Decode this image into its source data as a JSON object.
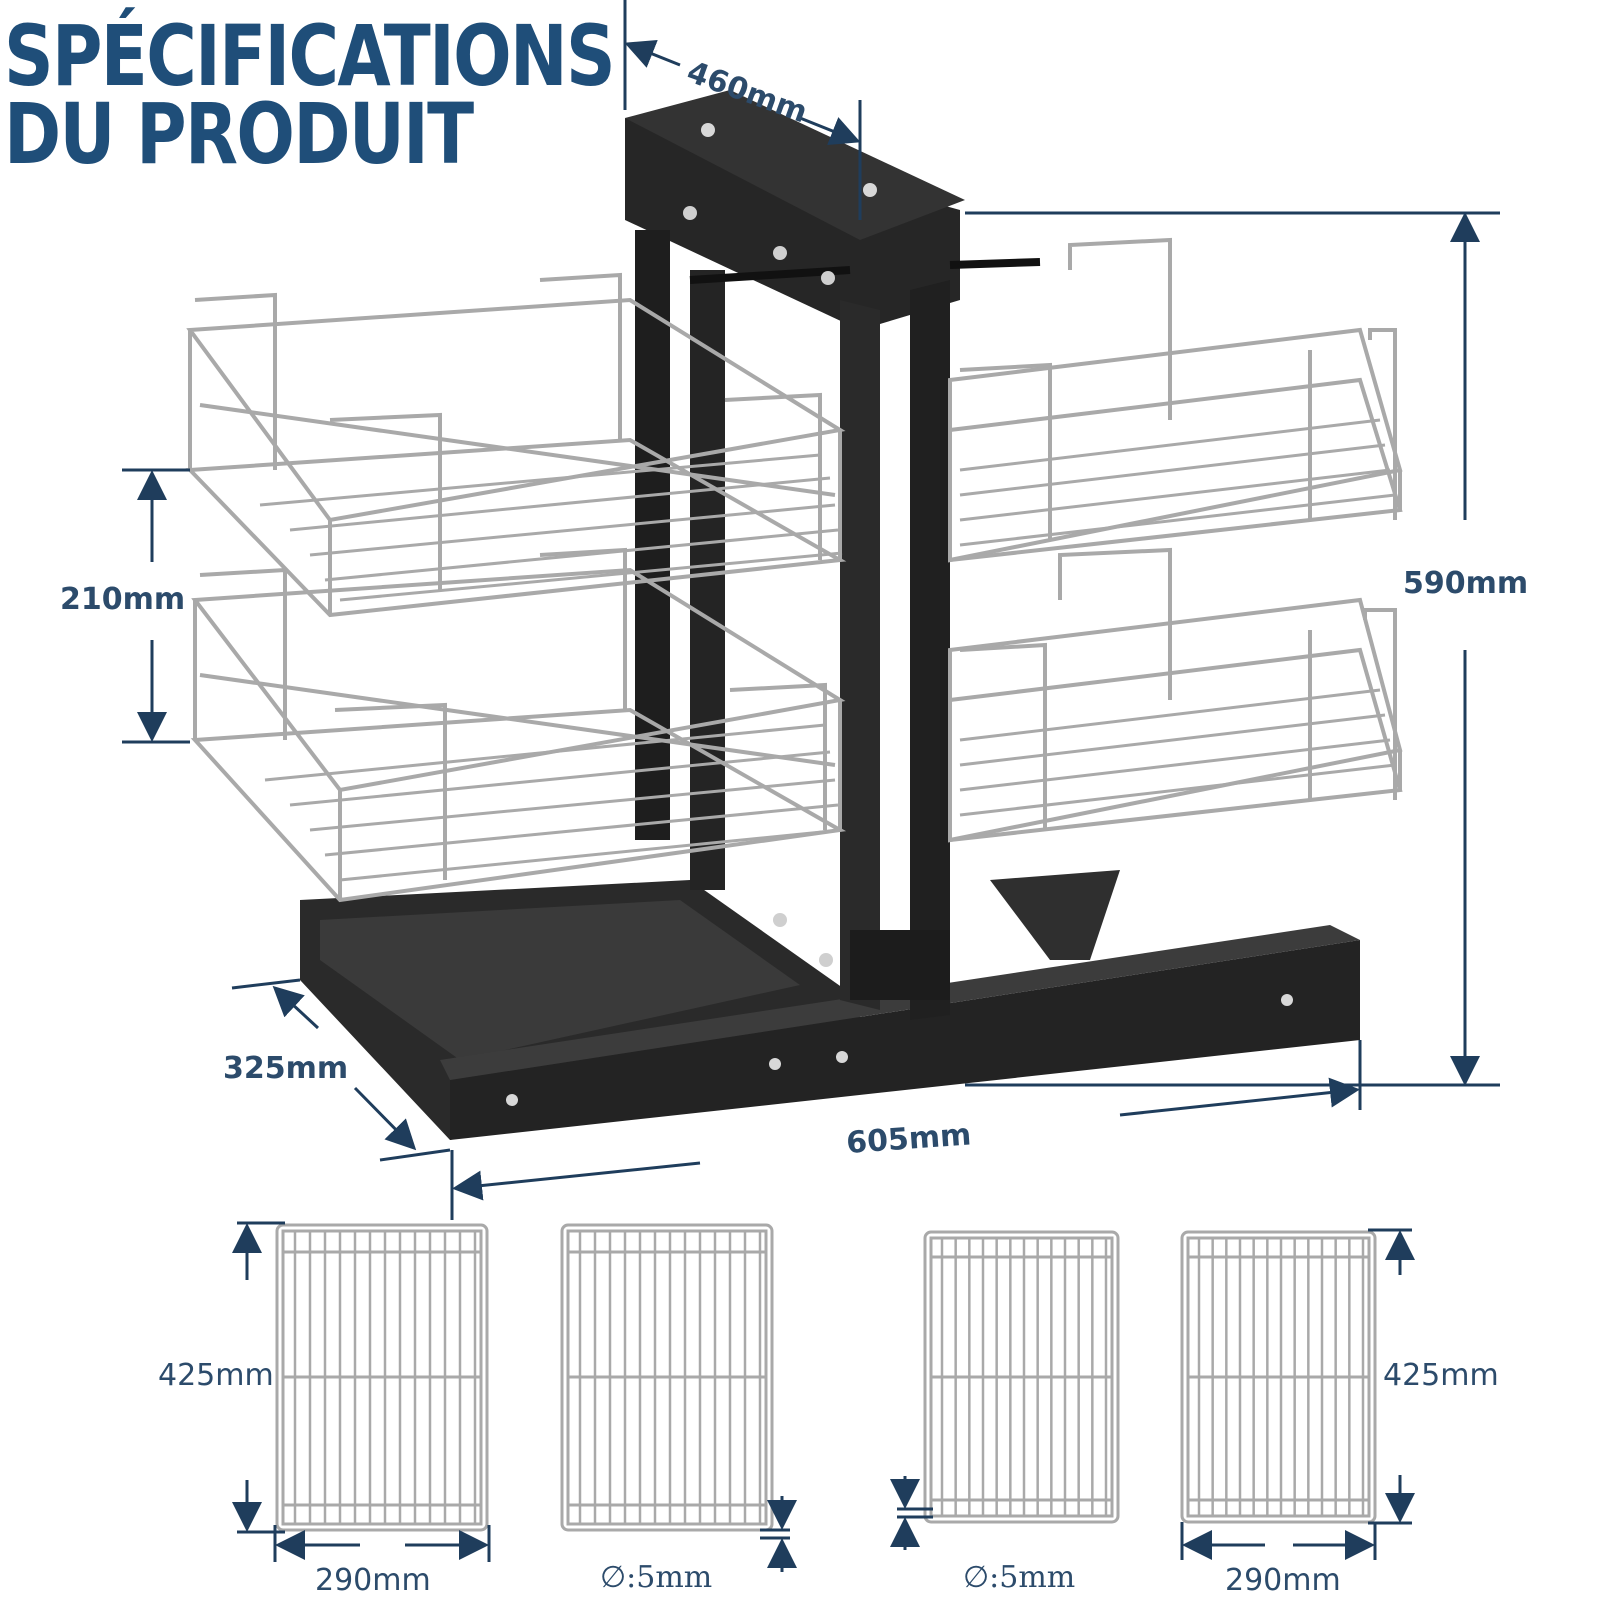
{
  "title": {
    "line1": "SPÉCIFICATIONS",
    "line2": "DU PRODUIT"
  },
  "dimensions": {
    "depth_top": "460mm",
    "height_total": "590mm",
    "basket_spacing": "210mm",
    "base_depth": "325mm",
    "width_total": "605mm"
  },
  "baskets": [
    {
      "height_label": "425mm",
      "width_label": "290mm"
    },
    {
      "wire_label": "∅:5mm"
    },
    {
      "wire_label": "∅:5mm"
    },
    {
      "height_label": "425mm",
      "width_label": "290mm"
    }
  ],
  "colors": {
    "accent": "#1f4e79",
    "dimension_line": "#1f3d5c",
    "frame": "#2b2b2b",
    "wire": "#a9a9a9"
  }
}
